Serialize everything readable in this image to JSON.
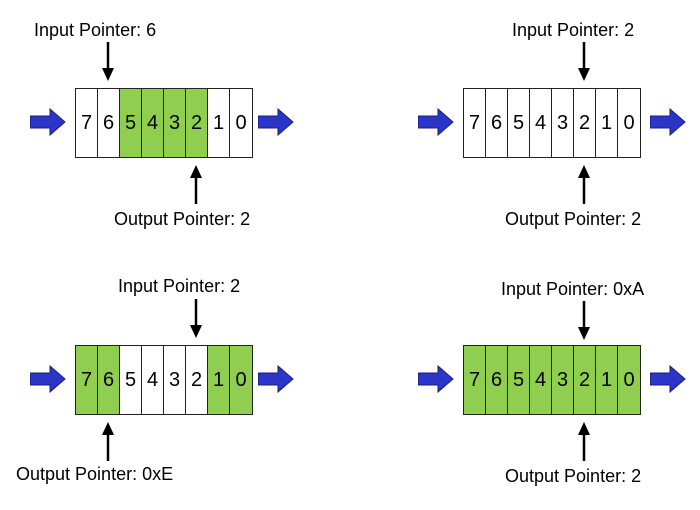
{
  "colors": {
    "filled": "#8fce4f",
    "empty": "#ffffff",
    "flow_arrow": "#2b35c8"
  },
  "panels": [
    {
      "input_label": "Input Pointer: 6",
      "output_label": "Output Pointer: 2",
      "cells": [
        {
          "label": "7",
          "filled": false
        },
        {
          "label": "6",
          "filled": false
        },
        {
          "label": "5",
          "filled": true
        },
        {
          "label": "4",
          "filled": true
        },
        {
          "label": "3",
          "filled": true
        },
        {
          "label": "2",
          "filled": true
        },
        {
          "label": "1",
          "filled": false
        },
        {
          "label": "0",
          "filled": false
        }
      ]
    },
    {
      "input_label": "Input Pointer: 2",
      "output_label": "Output Pointer: 2",
      "cells": [
        {
          "label": "7",
          "filled": false
        },
        {
          "label": "6",
          "filled": false
        },
        {
          "label": "5",
          "filled": false
        },
        {
          "label": "4",
          "filled": false
        },
        {
          "label": "3",
          "filled": false
        },
        {
          "label": "2",
          "filled": false
        },
        {
          "label": "1",
          "filled": false
        },
        {
          "label": "0",
          "filled": false
        }
      ]
    },
    {
      "input_label": "Input Pointer: 2",
      "output_label": "Output Pointer: 0xE",
      "cells": [
        {
          "label": "7",
          "filled": true
        },
        {
          "label": "6",
          "filled": true
        },
        {
          "label": "5",
          "filled": false
        },
        {
          "label": "4",
          "filled": false
        },
        {
          "label": "3",
          "filled": false
        },
        {
          "label": "2",
          "filled": false
        },
        {
          "label": "1",
          "filled": true
        },
        {
          "label": "0",
          "filled": true
        }
      ]
    },
    {
      "input_label": "Input Pointer: 0xA",
      "output_label": "Output Pointer: 2",
      "cells": [
        {
          "label": "7",
          "filled": true
        },
        {
          "label": "6",
          "filled": true
        },
        {
          "label": "5",
          "filled": true
        },
        {
          "label": "4",
          "filled": true
        },
        {
          "label": "3",
          "filled": true
        },
        {
          "label": "2",
          "filled": true
        },
        {
          "label": "1",
          "filled": true
        },
        {
          "label": "0",
          "filled": true
        }
      ]
    }
  ]
}
